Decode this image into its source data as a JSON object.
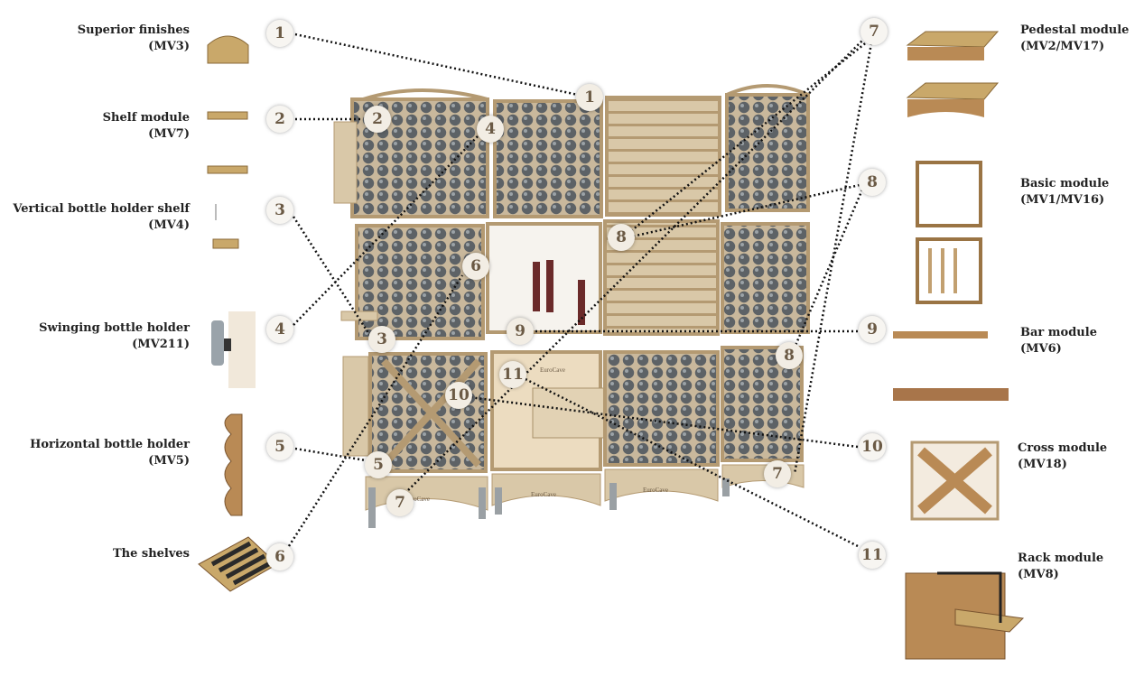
{
  "left_labels": [
    {
      "name": "Superior finishes",
      "code": "(MV3)"
    },
    {
      "name": "Shelf module",
      "code": "(MV7)"
    },
    {
      "name": "Vertical bottle holder shelf",
      "code": "(MV4)"
    },
    {
      "name": "Swinging bottle holder",
      "code": "(MV211)"
    },
    {
      "name": "Horizontal bottle holder",
      "code": "(MV5)"
    },
    {
      "name": "The shelves",
      "code": ""
    }
  ],
  "right_labels": [
    {
      "name": "Pedestal module",
      "code": "(MV2/MV17)"
    },
    {
      "name": "Basic module",
      "code": "(MV1/MV16)"
    },
    {
      "name": "Bar module",
      "code": "(MV6)"
    },
    {
      "name": "Cross module",
      "code": "(MV18)"
    },
    {
      "name": "Rack module",
      "code": "(MV8)"
    }
  ],
  "callouts": {
    "left": [
      "1",
      "2",
      "3",
      "4",
      "5",
      "6"
    ],
    "right": [
      "7",
      "8",
      "9",
      "10",
      "11"
    ],
    "onimage": [
      "1",
      "2",
      "4",
      "6",
      "8",
      "3",
      "9",
      "10",
      "11",
      "8",
      "5",
      "7",
      "7"
    ]
  },
  "brand_marks": [
    "EuroCave",
    "EuroCave",
    "EuroCave",
    "EuroCave"
  ]
}
